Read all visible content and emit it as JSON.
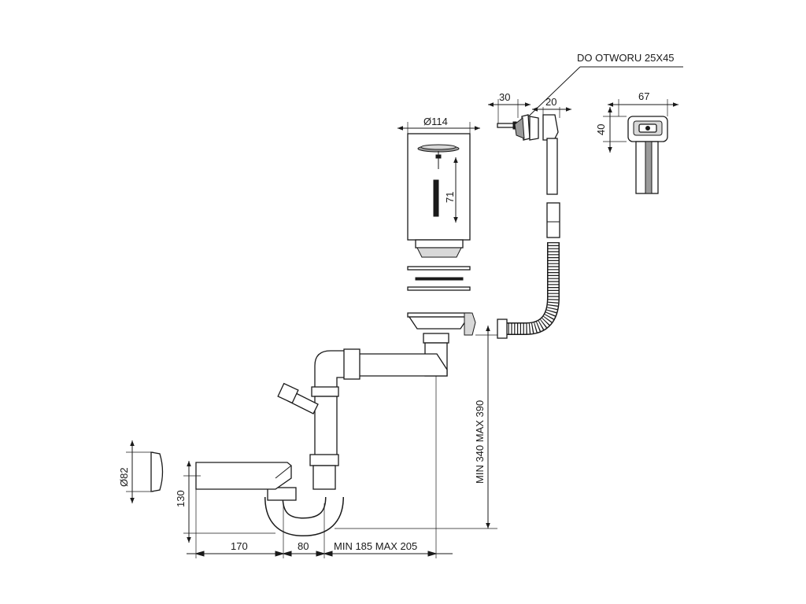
{
  "diagram": {
    "labels": {
      "overflow_hole": "DO OTWORU 25X45",
      "width_30": "30",
      "width_20": "20",
      "width_67": "67",
      "height_40": "40",
      "diameter_114": "Ø114",
      "height_71": "71",
      "diameter_82": "Ø82",
      "height_130": "130",
      "width_170": "170",
      "width_80": "80",
      "width_min_max": "MIN 185 MAX 205",
      "height_min_max": "MIN 340 MAX 390"
    },
    "icons": [
      "overflow-screw-icon",
      "overflow-cover-icon",
      "overflow-connector-icon",
      "overflow-front-view-icon",
      "sink-strainer-basket-icon",
      "drain-gasket-icon",
      "corrugated-overflow-hose-icon",
      "sink-outlet-icon",
      "siphon-trap-icon",
      "wall-escutcheon-icon"
    ]
  }
}
